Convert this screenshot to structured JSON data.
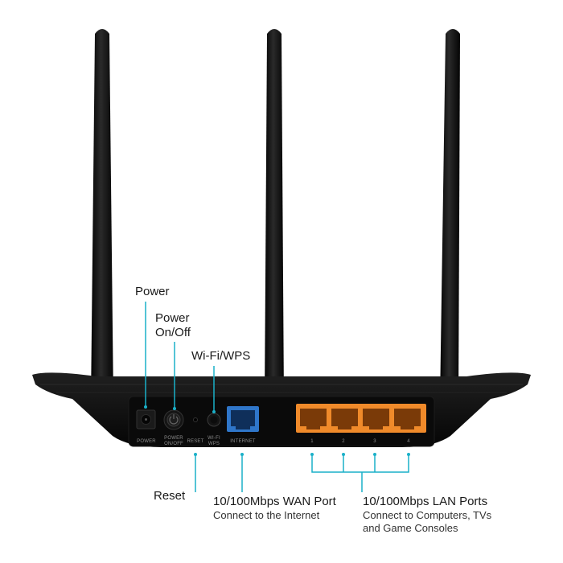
{
  "callouts": {
    "power": "Power",
    "power_onoff_line1": "Power",
    "power_onoff_line2": "On/Off",
    "wifi_wps": "Wi-Fi/WPS",
    "reset": "Reset",
    "wan_title": "10/100Mbps WAN Port",
    "wan_desc": "Connect to the Internet",
    "lan_title": "10/100Mbps LAN Ports",
    "lan_desc_line1": "Connect to Computers, TVs",
    "lan_desc_line2": "and Game Consoles"
  },
  "panel_labels": {
    "power": "POWER",
    "power_onoff_line1": "POWER",
    "power_onoff_line2": "ON/OFF",
    "reset": "RESET",
    "wifi_line1": "WI-FI",
    "wifi_line2": "WPS",
    "internet": "INTERNET",
    "lan": [
      "1",
      "2",
      "3",
      "4"
    ]
  },
  "colors": {
    "leader_line": "#1ab0c8",
    "wan_port": "#2f76c9",
    "lan_port": "#f08a2a",
    "router_body": "#0c0c0c"
  }
}
